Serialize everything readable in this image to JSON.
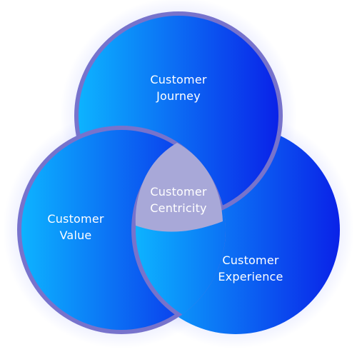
{
  "diagram": {
    "circles": [
      {
        "id": "journey",
        "lines": [
          "Customer",
          "Journey"
        ]
      },
      {
        "id": "value",
        "lines": [
          "Customer",
          "Value"
        ]
      },
      {
        "id": "experience",
        "lines": [
          "Customer",
          "Experience"
        ]
      }
    ],
    "center": {
      "lines": [
        "Customer",
        "Centricity"
      ]
    }
  },
  "colors": {
    "circle_light": "#0db3ff",
    "circle_dark": "#0a22e8",
    "ring": "#7773cc",
    "center_fill": "#a8a8d8",
    "text": "#ffffff"
  }
}
